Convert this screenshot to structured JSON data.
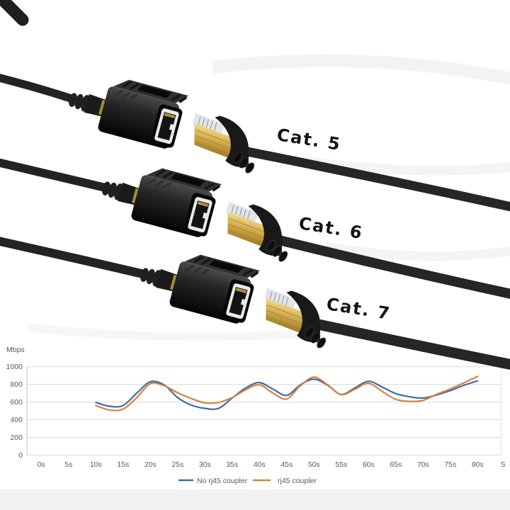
{
  "page": {
    "background": "#ffffff",
    "bottom_band_color": "#f2f2f1"
  },
  "product": {
    "description_labels": [
      {
        "label": "Cat. 5"
      },
      {
        "label": "Cat. 6"
      },
      {
        "label": "Cat. 7"
      }
    ],
    "colors": {
      "cable": "#242424",
      "coupler_body": "#1a1a1a",
      "socket_inner": "#e9e9e9",
      "plug_gold": "#cda647",
      "plug_boot": "#191919"
    }
  },
  "chart_data": {
    "type": "line",
    "title": "",
    "ylabel": "Mbps",
    "xlabel_unit": "S",
    "grid": true,
    "legend_position": "bottom",
    "ylim": [
      0,
      1000
    ],
    "y_ticks": [
      0,
      200,
      400,
      600,
      800,
      1000
    ],
    "x_ticks": [
      "0s",
      "5s",
      "10s",
      "15s",
      "20s",
      "25s",
      "30s",
      "35s",
      "40s",
      "45s",
      "50s",
      "55s",
      "60s",
      "65s",
      "70s",
      "75s",
      "80s"
    ],
    "x_tick_seconds": [
      0,
      5,
      10,
      15,
      20,
      25,
      30,
      35,
      40,
      45,
      50,
      55,
      60,
      65,
      70,
      75,
      80
    ],
    "x": [
      10,
      12.5,
      15,
      17.5,
      20,
      22.5,
      25,
      27.5,
      30,
      32.5,
      35,
      37.5,
      40,
      42.5,
      45,
      47.5,
      50,
      52.5,
      55,
      57.5,
      60,
      62.5,
      65,
      67.5,
      70,
      72.5,
      75,
      77.5,
      80
    ],
    "series": [
      {
        "name": "No rj45 coupler",
        "color": "#3e6da8",
        "values": [
          595,
          552,
          560,
          700,
          830,
          795,
          650,
          565,
          528,
          528,
          645,
          760,
          820,
          745,
          675,
          795,
          858,
          790,
          685,
          760,
          835,
          770,
          695,
          660,
          645,
          680,
          730,
          790,
          840
        ]
      },
      {
        "name": "rj45 coupler",
        "color": "#d8823a",
        "values": [
          560,
          510,
          520,
          650,
          808,
          785,
          705,
          640,
          590,
          595,
          650,
          740,
          795,
          700,
          635,
          785,
          882,
          795,
          683,
          745,
          812,
          720,
          630,
          608,
          618,
          688,
          748,
          818,
          890
        ]
      }
    ]
  }
}
